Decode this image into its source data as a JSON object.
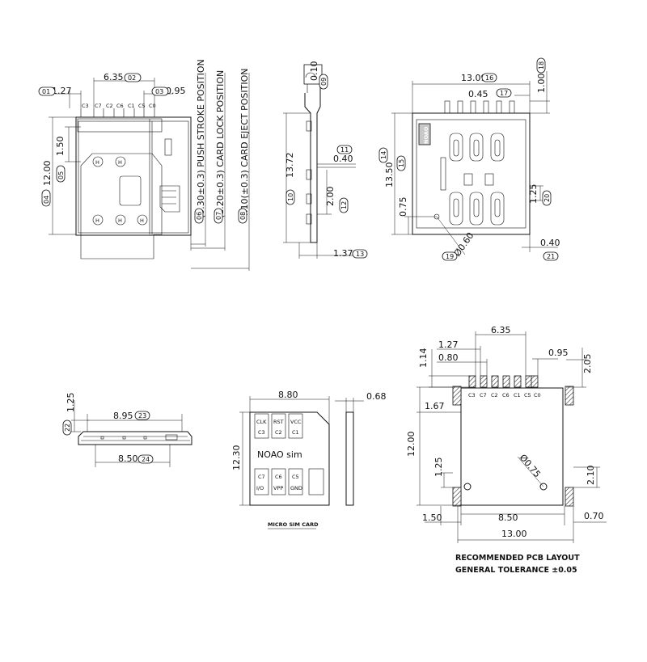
{
  "top_left_view": {
    "dims": {
      "d1_27": "1.27",
      "d6_35": "6.35",
      "d0_95": "0.95",
      "d1_50": "1.50",
      "d12_00": "12.00"
    },
    "pins": [
      "C3",
      "C7",
      "C2",
      "C6",
      "C1",
      "C5",
      "C0"
    ],
    "tags": {
      "t01": "01",
      "t02": "02",
      "t03": "03",
      "t04": "04",
      "t05": "05"
    }
  },
  "positions": {
    "push": "(0.30±0.3) PUSH STROKE POSITION",
    "lock": "(1.20±0.3) CARD LOCK POSITION",
    "eject": "4.10(±0.3) CARD EJECT POSITION",
    "tags": {
      "t06": "06",
      "t07": "07",
      "t08": "08"
    }
  },
  "side_view": {
    "dims": {
      "d0_10": "0.10",
      "d13_72": "13.72",
      "d0_40": "0.40",
      "d2_00": "2.00",
      "d1_37": "1.37"
    },
    "tags": {
      "t09": "09",
      "t10": "10",
      "t11": "11",
      "t12": "12",
      "t13": "13"
    }
  },
  "top_right_view": {
    "dims": {
      "d13_09": "13.09",
      "d1_00": "1.00",
      "d0_45": "0.45",
      "d13_50": "13.50",
      "d0_75": "0.75",
      "d1_25": "1.25",
      "d0_40": "0.40",
      "d0_60": "Ø0.60"
    },
    "tags": {
      "t14": "14",
      "t15": "15",
      "t16": "16",
      "t17": "17",
      "t18": "18",
      "t19": "19",
      "t20": "20",
      "t21": "21"
    },
    "brand": "NOAO"
  },
  "front_view": {
    "dims": {
      "d1_25": "1.25",
      "d8_95": "8.95",
      "d8_50": "8.50"
    },
    "tags": {
      "t22": "22",
      "t23": "23",
      "t24": "24"
    }
  },
  "card": {
    "dims": {
      "width": "8.80",
      "height": "12.30",
      "thickness": "0.68"
    },
    "contacts_top": [
      {
        "a": "CLK",
        "b": "C3"
      },
      {
        "a": "RST",
        "b": "C2"
      },
      {
        "a": "VCC",
        "b": "C1"
      }
    ],
    "contacts_bottom": [
      {
        "a": "C7",
        "b": "I/O"
      },
      {
        "a": "C6",
        "b": "VPP"
      },
      {
        "a": "C5",
        "b": "GND"
      }
    ],
    "label": "NOAO sim",
    "caption": "MICRO SIM CARD"
  },
  "pcb": {
    "dims": {
      "d6_35": "6.35",
      "d1_27": "1.27",
      "d0_80": "0.80",
      "d1_14": "1.14",
      "d0_95": "0.95",
      "d2_05": "2.05",
      "d1_67": "1.67",
      "d12_00": "12.00",
      "d1_25": "1.25",
      "d0_75": "Ø0.75",
      "d2_10": "2.10",
      "d1_50": "1.50",
      "d8_50": "8.50",
      "d0_70": "0.70",
      "d13_00": "13.00"
    },
    "pins": [
      "C3",
      "C7",
      "C2",
      "C6",
      "C1",
      "C5",
      "C0"
    ],
    "note_line1": "RECOMMENDED PCB LAYOUT",
    "note_line2": "GENERAL TOLERANCE ±0.05"
  }
}
